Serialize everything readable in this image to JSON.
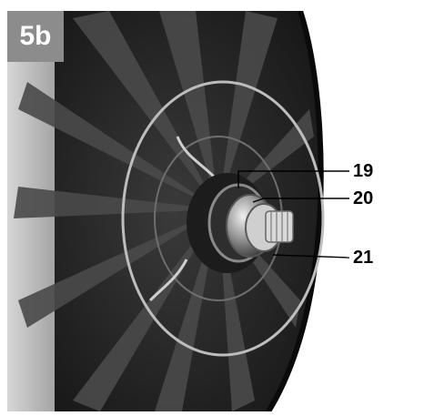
{
  "figure": {
    "label": "5b",
    "callouts": [
      "19",
      "20",
      "21"
    ]
  },
  "colors": {
    "label_bg": "#8c8c8c",
    "label_text": "#ffffff",
    "callout_text": "#000000"
  }
}
